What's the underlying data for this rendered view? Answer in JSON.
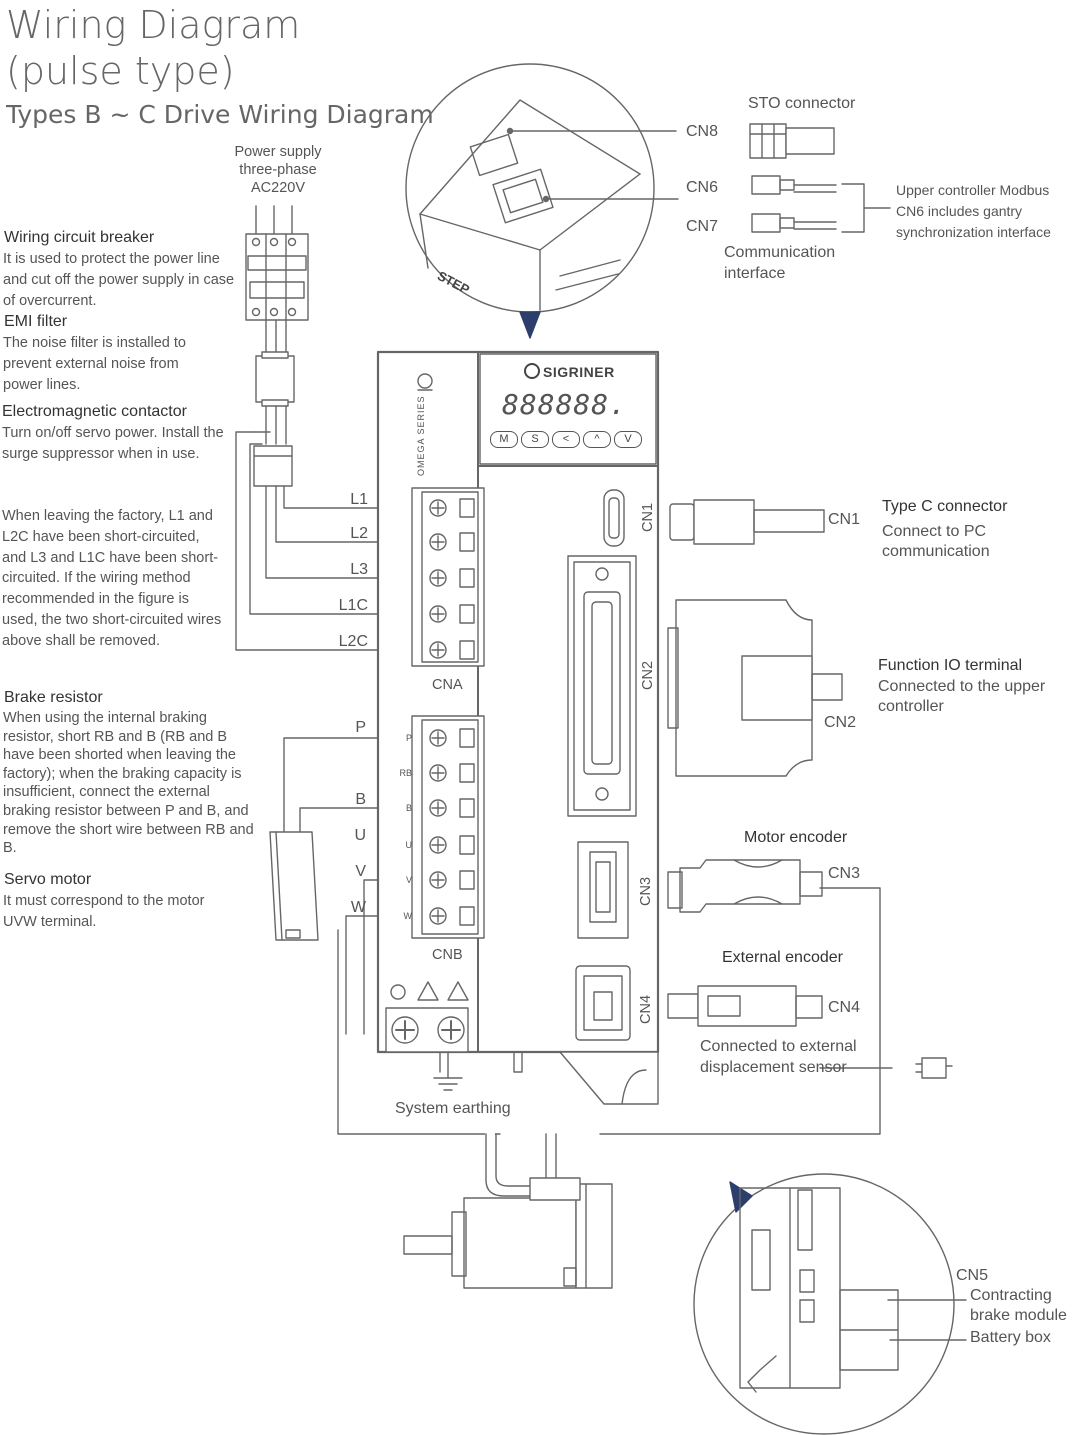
{
  "title": {
    "line1": "Wiring Diagram",
    "line2": "(pulse type)",
    "subtitle": "Types B ~ C Drive Wiring Diagram"
  },
  "power_supply": {
    "line1": "Power supply",
    "line2": "three-phase",
    "line3": "AC220V"
  },
  "left_notes": {
    "breaker_title": "Wiring circuit breaker",
    "breaker_body": "It is used to protect the power line and cut off the power supply in case of overcurrent.",
    "emi_title": "EMI filter",
    "emi_body": "The noise filter is installed to prevent external noise from power lines.",
    "contactor_title": "Electromagnetic contactor",
    "contactor_body": "Turn on/off servo power. Install the surge suppressor when in use.",
    "factory_note": "When leaving the factory, L1 and L2C have been short-circuited, and L3 and L1C have been short-circuited. If the wiring method recommended in the figure is used, the two short-circuited wires above shall be removed.",
    "brake_title": "Brake resistor",
    "brake_body": "When using the internal braking resistor, short RB and B (RB and B have been shorted when leaving the factory); when the braking capacity is insufficient, connect the external braking resistor between P and B, and remove the short wire between RB and B.",
    "motor_title": "Servo motor",
    "motor_body": "It must correspond to the motor UVW terminal."
  },
  "cna": {
    "label": "CNA",
    "terminals": [
      "L1",
      "L2",
      "L3",
      "L1C",
      "L2C"
    ]
  },
  "cnb": {
    "label": "CNB",
    "terminals": [
      "P",
      "B",
      "U",
      "V",
      "W"
    ],
    "small_marks": [
      "P",
      "RB",
      "B",
      "U",
      "V",
      "W"
    ]
  },
  "drive": {
    "brand": "SIGRINER",
    "series": "OMEGA SERIES",
    "display": "888888.",
    "buttons": [
      "M",
      "S",
      "<",
      "^",
      "V"
    ],
    "port_labels": [
      "CN1",
      "CN2",
      "CN3",
      "CN4"
    ]
  },
  "top_detail": {
    "sto_label": "STO connector",
    "cn8": "CN8",
    "cn6": "CN6",
    "cn7": "CN7",
    "comm_label": "Communication interface",
    "modbus_note": "Upper controller Modbus CN6 includes gantry synchronization interface",
    "step_text": "STEP"
  },
  "right_side": {
    "cn1_title": "Type C connector",
    "cn1_body": "Connect to PC communication",
    "cn1_tag": "CN1",
    "cn2_title": "Function IO terminal",
    "cn2_body": "Connected to the upper controller",
    "cn2_tag": "CN2",
    "motor_encoder": "Motor encoder",
    "cn3_tag": "CN3",
    "external_encoder": "External encoder",
    "cn4_tag": "CN4",
    "cn4_body": "Connected to external displacement sensor"
  },
  "earthing": "System earthing",
  "bottom_detail": {
    "cn5": "CN5",
    "brake_module": "Contracting brake module",
    "battery_box": "Battery box"
  },
  "colors": {
    "line": "#666666",
    "text": "#555555",
    "heading": "#333333",
    "accent": "#2c3e6b"
  }
}
